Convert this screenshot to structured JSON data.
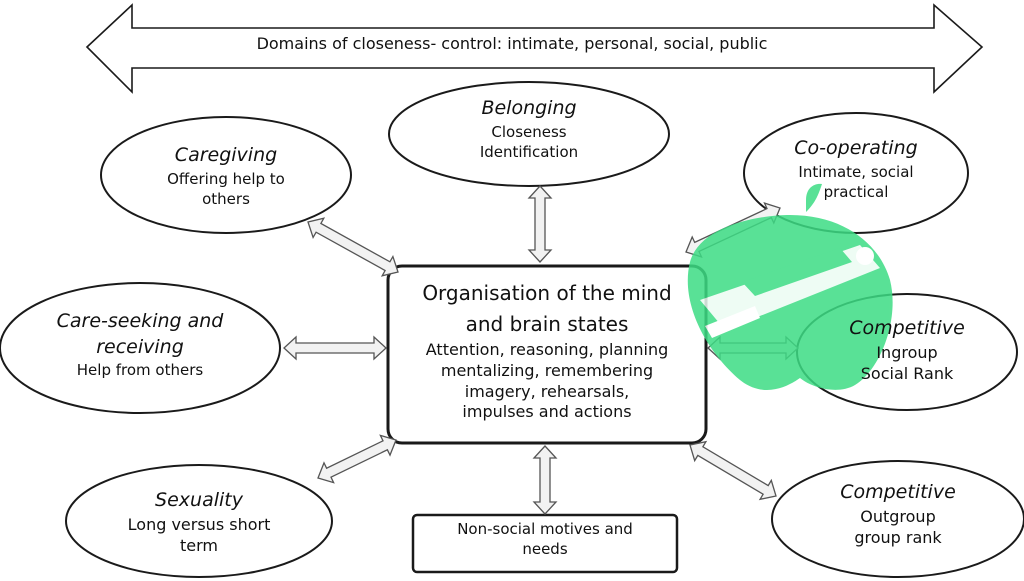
{
  "banner": {
    "text": "Domains of closeness- control: intimate, personal, social, public"
  },
  "center": {
    "line1": "Organisation of the mind",
    "line2": "and brain states",
    "details": [
      "Attention, reasoning, planning",
      "mentalizing, remembering",
      "imagery, rehearsals,",
      "impulses and actions"
    ]
  },
  "nodes": {
    "belonging": {
      "title": "Belonging",
      "lines": [
        "Closeness",
        "Identification"
      ]
    },
    "caregiving": {
      "title": "Caregiving",
      "lines": [
        "Offering help to",
        "others"
      ]
    },
    "cooperating": {
      "title": "Co-operating",
      "lines": [
        "Intimate, social",
        "practical"
      ]
    },
    "careseeking": {
      "title": [
        "Care-seeking and",
        "receiving"
      ],
      "lines": [
        "Help from others"
      ]
    },
    "competitive_in": {
      "title": "Competitive",
      "lines": [
        "Ingroup",
        "Social Rank"
      ]
    },
    "sexuality": {
      "title": "Sexuality",
      "lines": [
        "Long versus short",
        "term"
      ]
    },
    "competitive_out": {
      "title": "Competitive",
      "lines": [
        "Outgroup",
        "group rank"
      ]
    },
    "nonsocial": {
      "lines": [
        "Non-social motives and",
        "needs"
      ]
    }
  },
  "colors": {
    "watermark": "#3ddc84",
    "arrow_fill": "#f2f2f2",
    "stroke": "#1a1a1a"
  },
  "icons": {
    "watermark": "apple-logo-icon"
  }
}
